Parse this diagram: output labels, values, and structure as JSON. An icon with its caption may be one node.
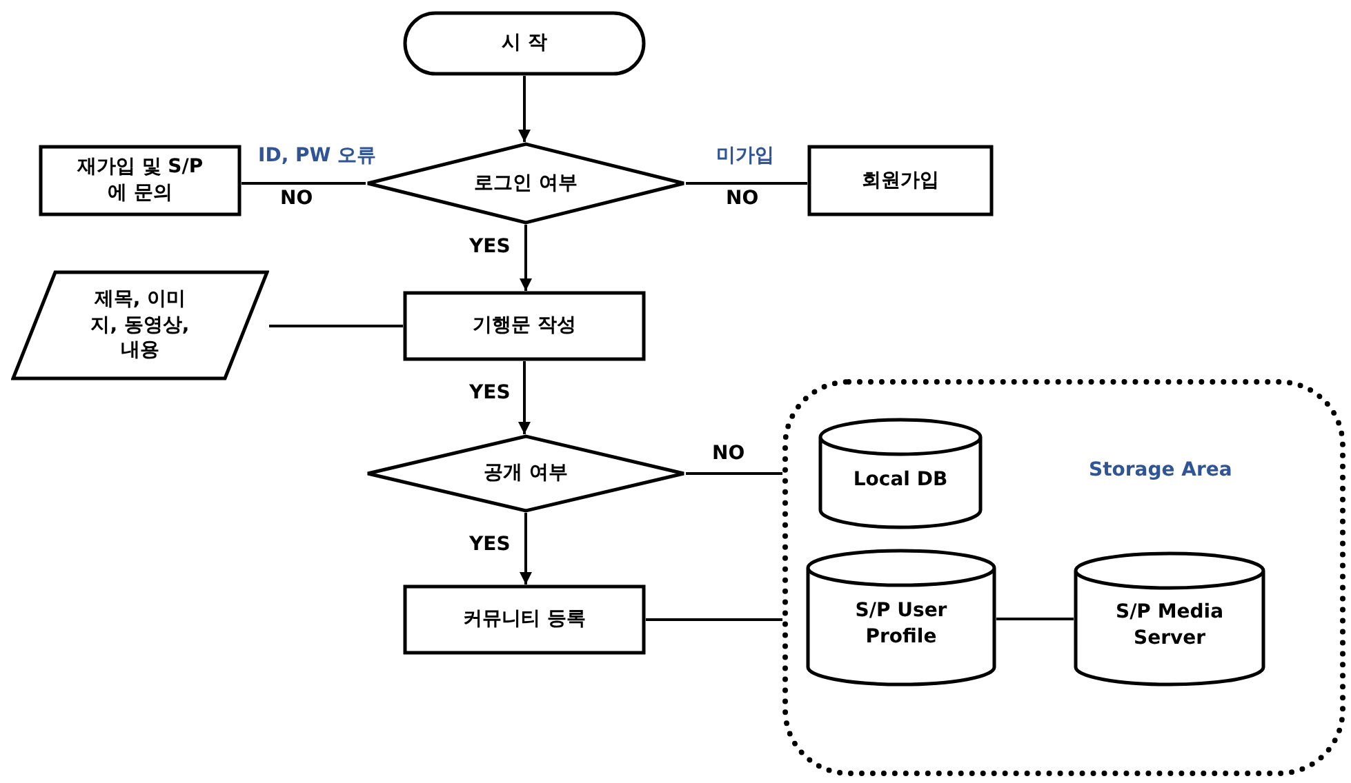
{
  "diagram": {
    "nodes": [
      {
        "text": [
          "시 작"
        ]
      },
      {
        "text": [
          "로그인 여부"
        ]
      },
      {
        "text": [
          "재가입 및 S/P 에 문의"
        ]
      },
      {
        "text": [
          "회원가입"
        ]
      },
      {
        "text": [
          "제목, 이미지, 동영상, 내용"
        ]
      },
      {
        "text": [
          "기행문 작성"
        ]
      },
      {
        "text": [
          "공개 여부"
        ]
      },
      {
        "text": [
          "커뮤니티 등록"
        ]
      },
      {
        "text": [
          "Storage Area"
        ]
      },
      {
        "text": [
          "Local DB"
        ],
        "in": 8
      },
      {
        "text": [
          "S/P User Profile"
        ],
        "in": 8
      },
      {
        "text": [
          "S/P Media Server"
        ],
        "in": 8
      }
    ],
    "edges": [
      {
        "from": 0,
        "to": 1,
        "arrow": "to"
      },
      {
        "from": 1,
        "to": 2,
        "arrow": "none",
        "label": "NO"
      },
      {
        "from": 1,
        "to": 3,
        "arrow": "none",
        "label": "NO"
      },
      {
        "from": 1,
        "to": 5,
        "arrow": "to",
        "label": "YES"
      },
      {
        "from": 4,
        "to": 5,
        "arrow": "none"
      },
      {
        "from": 5,
        "to": 6,
        "arrow": "to",
        "label": "YES"
      },
      {
        "from": 6,
        "to": 8,
        "arrow": "none",
        "label": "NO"
      },
      {
        "from": 6,
        "to": 7,
        "arrow": "to",
        "label": "YES"
      },
      {
        "from": 7,
        "to": 8,
        "arrow": "none"
      },
      {
        "from": 10,
        "to": 11,
        "arrow": "none"
      }
    ],
    "labels": [
      "ID, PW 오류",
      "미가입"
    ]
  }
}
